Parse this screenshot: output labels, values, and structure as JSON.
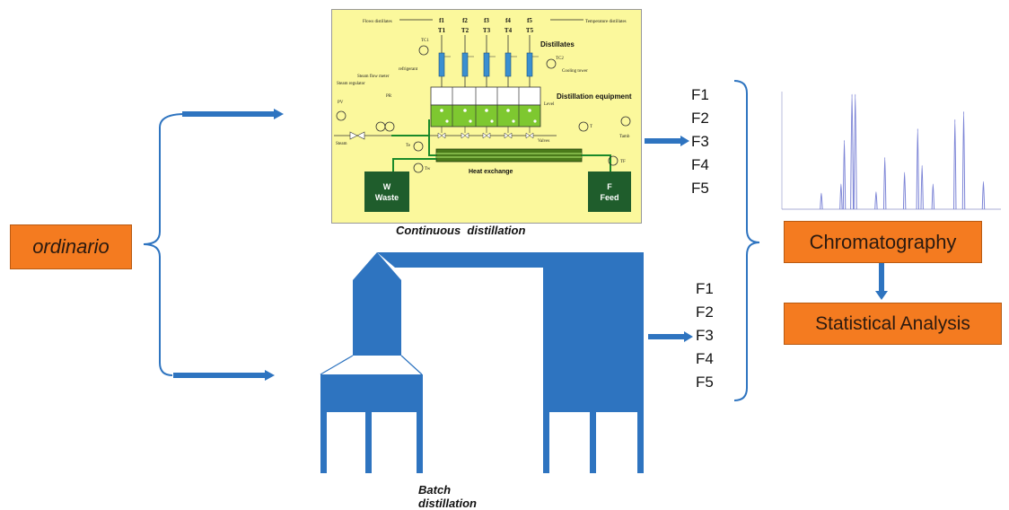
{
  "input_box": {
    "label": "ordinario"
  },
  "continuous_panel": {
    "caption": "Continuous  distillation",
    "flows_label": "Flows\ndistillates",
    "temps_label": "Temperature\ndistillates",
    "flows": [
      "f1",
      "f2",
      "f3",
      "f4",
      "f5"
    ],
    "temps": [
      "T1",
      "T2",
      "T3",
      "T4",
      "T5"
    ],
    "distillates_label": "Distillates",
    "refrigerant_label": "refrigerant",
    "cooling_label": "Cooling\ntower",
    "equipment_label": "Distillation\nequipment",
    "level_label": "Level",
    "steam_regulator_label": "Steam\nregulator",
    "steam_flow_label": "Steam\nflow meter",
    "pv_label": "PV",
    "pr_label": "PR",
    "steam_label": "Steam",
    "valves_label": "Valves",
    "heat_exchange_label": "Heat exchange",
    "tamb_label": "Tamb",
    "t_in_label": "T",
    "t_out_label": "T",
    "te_label": "Te",
    "tw_label": "Tw",
    "tf_label": "TF",
    "tc1_label": "TC1",
    "tc2_label": "TC2",
    "waste_letter": "W",
    "waste_label": "Waste",
    "feed_letter": "F",
    "feed_label": "Feed"
  },
  "batch_caption": "Batch distillation",
  "fractions_top": [
    "F1",
    "F2",
    "F3",
    "F4",
    "F5"
  ],
  "fractions_bottom": [
    "F1",
    "F2",
    "F3",
    "F4",
    "F5"
  ],
  "chromatography_box": {
    "label": "Chromatography"
  },
  "statistics_box": {
    "label": "Statistical Analysis"
  },
  "colors": {
    "blue": "#2e74c0",
    "orange": "#f47b20",
    "panel": "#fbf89c",
    "green": "#1f5d2c",
    "chrom": "#7c84d6"
  },
  "chromatogram": {
    "peaks": [
      {
        "t": 0.18,
        "h": 0.14,
        "w": 0.004
      },
      {
        "t": 0.27,
        "h": 0.22,
        "w": 0.004
      },
      {
        "t": 0.285,
        "h": 0.6,
        "w": 0.004
      },
      {
        "t": 0.32,
        "h": 1.0,
        "w": 0.006
      },
      {
        "t": 0.335,
        "h": 1.0,
        "w": 0.006
      },
      {
        "t": 0.43,
        "h": 0.15,
        "w": 0.004
      },
      {
        "t": 0.47,
        "h": 0.45,
        "w": 0.004
      },
      {
        "t": 0.56,
        "h": 0.32,
        "w": 0.004
      },
      {
        "t": 0.62,
        "h": 0.7,
        "w": 0.004
      },
      {
        "t": 0.64,
        "h": 0.38,
        "w": 0.004
      },
      {
        "t": 0.69,
        "h": 0.22,
        "w": 0.004
      },
      {
        "t": 0.79,
        "h": 0.78,
        "w": 0.005
      },
      {
        "t": 0.83,
        "h": 0.85,
        "w": 0.005
      },
      {
        "t": 0.92,
        "h": 0.24,
        "w": 0.004
      }
    ]
  }
}
